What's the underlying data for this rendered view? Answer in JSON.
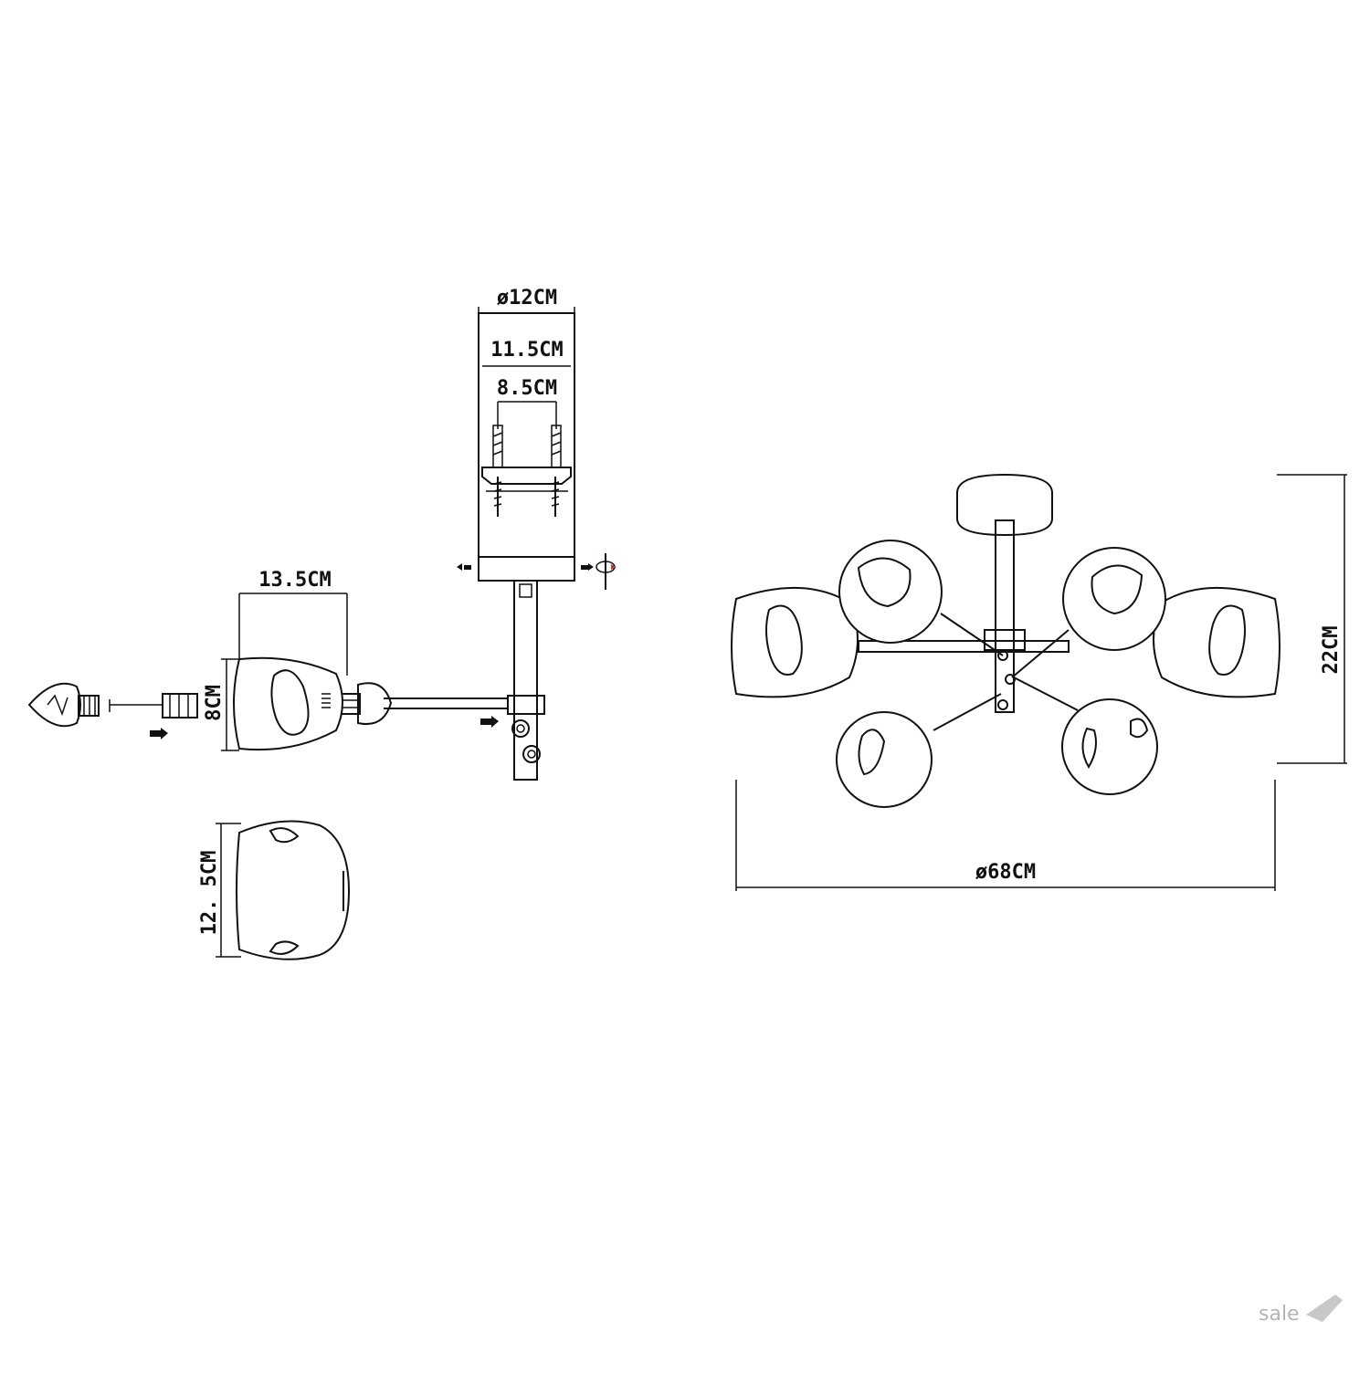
{
  "dimensions": {
    "canopy_diameter": "ø12CM",
    "bracket_width": "11.5CM",
    "screw_spacing": "8.5CM",
    "shade_length": "13.5CM",
    "shade_height": "8CM",
    "shade_front": "12. 5CM",
    "overall_diameter": "ø68CM",
    "overall_height": "22CM"
  },
  "watermark": "sale"
}
